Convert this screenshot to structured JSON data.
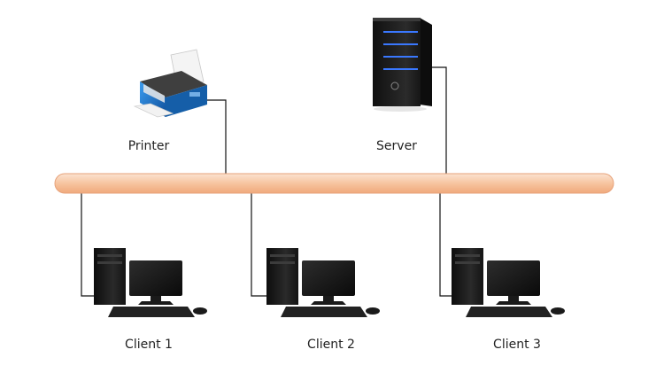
{
  "diagram": {
    "nodes": {
      "printer": {
        "label": "Printer"
      },
      "server": {
        "label": "Server"
      },
      "client1": {
        "label": "Client 1"
      },
      "client2": {
        "label": "Client 2"
      },
      "client3": {
        "label": "Client 3"
      }
    },
    "edges": [
      {
        "from": "printer",
        "to": "bus"
      },
      {
        "from": "server",
        "to": "bus"
      },
      {
        "from": "client1",
        "to": "bus"
      },
      {
        "from": "client2",
        "to": "bus"
      },
      {
        "from": "client3",
        "to": "bus"
      }
    ],
    "colors": {
      "bus_fill": "#f7c9a6",
      "bus_stroke": "#e7a27a",
      "connector": "#111111",
      "device_dark": "#1b1b1b",
      "server_led": "#3a78ff",
      "printer_body": "#1e78c8"
    }
  }
}
